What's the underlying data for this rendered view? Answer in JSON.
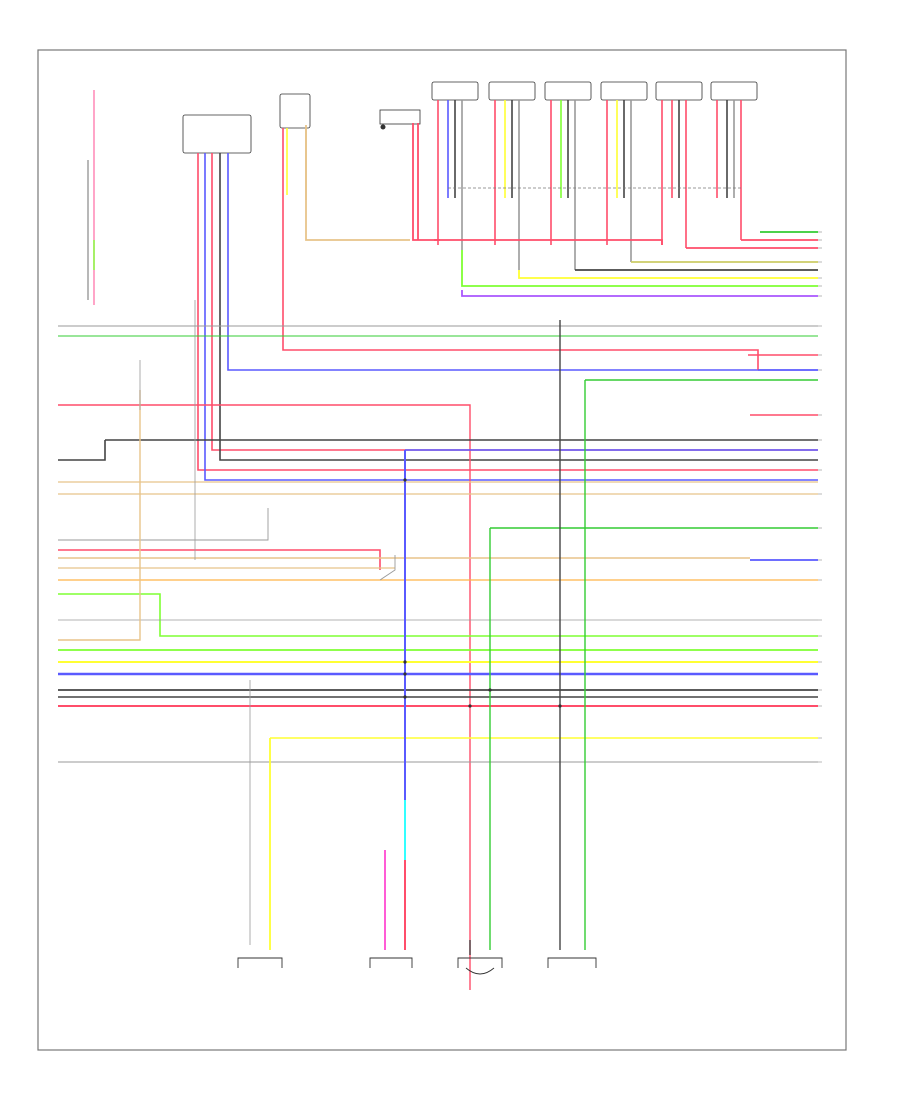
{
  "diagram": {
    "footer_code": "",
    "colors": {
      "red": "#ff4d6a",
      "pink": "#ff7fb0",
      "blue": "#5a5aff",
      "dark": "#444444",
      "gray": "#9a9a9a",
      "yellow": "#ffff33",
      "lime": "#7fff33",
      "green": "#33cc33",
      "orange": "#ffb347",
      "tan": "#e8c48a",
      "purple": "#aa55ff",
      "cyan": "#33ffff",
      "magenta": "#ff33cc",
      "olive": "#cccc66"
    },
    "icons": [
      "ground-symbol",
      "connector-symbol",
      "splice-dot"
    ]
  }
}
